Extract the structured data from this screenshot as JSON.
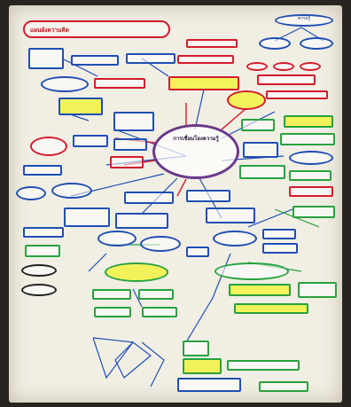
{
  "photo": {
    "title_text": "แผนผังความคิด",
    "center_text": "การเชื่อมโยงความรู้",
    "top_right_label": "ความรู้",
    "colors": {
      "background": "#2a2420",
      "paper": "#f1eee4",
      "ink_blue": "#1f4fb3",
      "ink_red": "#d21c2c",
      "ink_green": "#27a23e",
      "highlight": "#f3f25a",
      "center_ring": "#6a3a8a"
    }
  }
}
